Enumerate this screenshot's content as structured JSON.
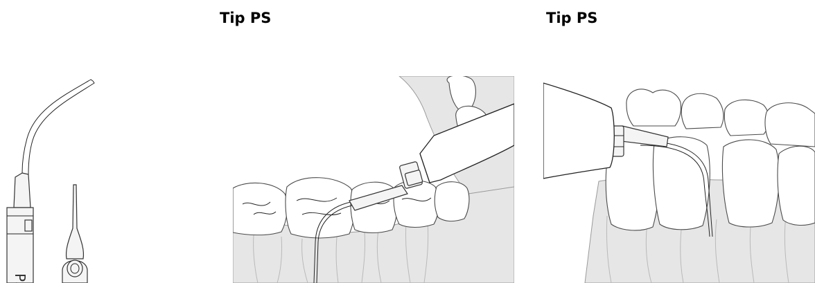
{
  "titles": [
    "Tip PS",
    "Tip PS"
  ],
  "tip_label": "PS",
  "colors": {
    "background": "#ffffff",
    "bone": "#e6e6e6",
    "outline": "#222222"
  }
}
